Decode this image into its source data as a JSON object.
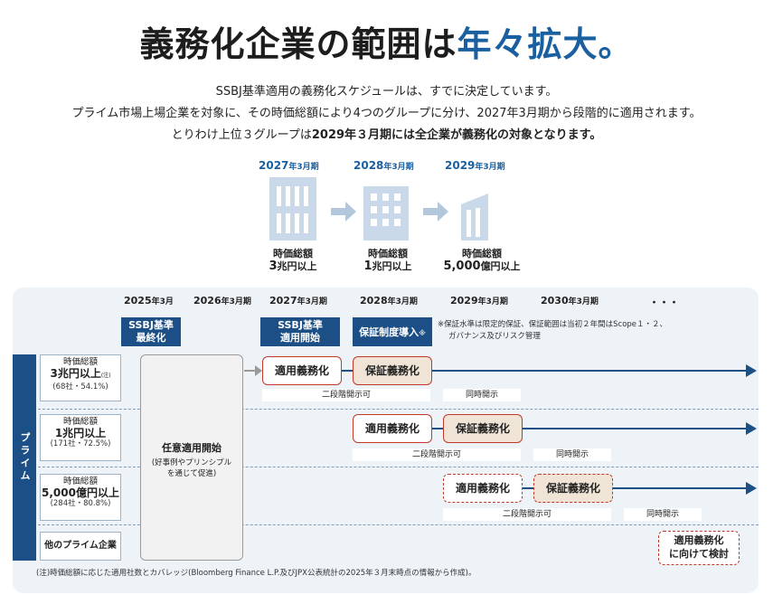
{
  "title": {
    "part1": "義務化企業の範囲は",
    "part2": "年々拡大。"
  },
  "lead": {
    "line1": "SSBJ基準適用の義務化スケジュールは、すでに決定しています。",
    "line2": "プライム市場上場企業を対象に、その時価総額により4つのグループに分け、2027年3月期から段階的に適用されます。",
    "line3a": "とりわけ上位３グループは",
    "line3b": "2029年３月期には全企業が義務化の対象となります。"
  },
  "phases": [
    {
      "year": "2027",
      "unit": "年3月期",
      "cap1": "時価総額",
      "value": "3",
      "value_unit": "兆円以上"
    },
    {
      "year": "2028",
      "unit": "年3月期",
      "cap1": "時価総額",
      "value": "1",
      "value_unit": "兆円以上"
    },
    {
      "year": "2029",
      "unit": "年3月期",
      "cap1": "時価総額",
      "value": "5,000",
      "value_unit": "億円以上"
    }
  ],
  "timeline": {
    "years": [
      {
        "y": "2025",
        "u": "年3月"
      },
      {
        "y": "2026",
        "u": "年3月期"
      },
      {
        "y": "2027",
        "u": "年3月期"
      },
      {
        "y": "2028",
        "u": "年3月期"
      },
      {
        "y": "2029",
        "u": "年3月期"
      },
      {
        "y": "2030",
        "u": "年3月期"
      }
    ],
    "ellipsis": "・・・",
    "milestones": {
      "ssbj_final": {
        "l1": "SSBJ基準",
        "l2": "最終化"
      },
      "ssbj_start": {
        "l1": "SSBJ基準",
        "l2": "適用開始"
      },
      "assurance": "保証制度導入",
      "assurance_mark": "※"
    },
    "note": {
      "l1": "※保証水準は限定的保証、保証範囲は当初２年間はScope１・２、",
      "l2": "ガバナンス及びリスク管理"
    },
    "prime_label": "プライム",
    "optional": {
      "title": "任意適用開始",
      "l1": "(好事例やプリンシプル",
      "l2": "を通じて促進)"
    },
    "rows": [
      {
        "cap": "時価総額",
        "value": "3兆円以上",
        "mark": "(注)",
        "sub": "(68社・54.1%)"
      },
      {
        "cap": "時価総額",
        "value": "1兆円以上",
        "sub": "(171社・72.5%)"
      },
      {
        "cap": "時価総額",
        "value": "5,000億円以上",
        "sub": "(284社・80.8%)"
      },
      {
        "cap": "他のプライム企業"
      }
    ],
    "mandatory": "適用義務化",
    "assurance_mandatory": "保証義務化",
    "two_stage": "二段階開示可",
    "simultaneous": "同時開示",
    "consider": {
      "l1": "適用義務化",
      "l2": "に向けて検討"
    },
    "footnote": "(注)時価総額に応じた適用社数とカバレッジ(Bloomberg Finance L.P.及びJPX公表統計の2025年３月末時点の情報から作成)。"
  },
  "colors": {
    "navy": "#1b4f86",
    "accent_blue": "#1a5fa0",
    "red_border": "#c0392b",
    "beige": "#efe4d6",
    "panel": "#eef3f8"
  }
}
